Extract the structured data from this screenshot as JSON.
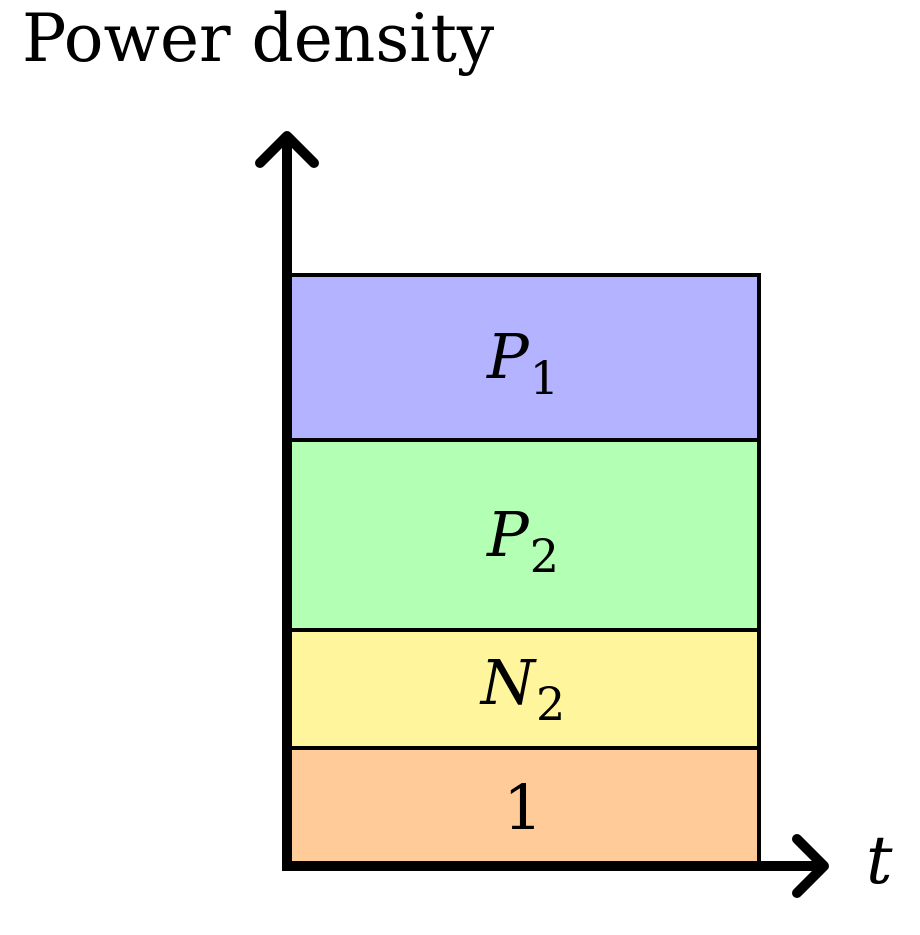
{
  "diagram": {
    "y_axis_label": "Power density",
    "x_axis_label": "t",
    "bands": [
      {
        "main": "P",
        "sub": "1",
        "color": "#b3b3ff"
      },
      {
        "main": "P",
        "sub": "2",
        "color": "#b3ffb3"
      },
      {
        "main": "N",
        "sub": "2",
        "color": "#fff59d"
      },
      {
        "main": "1",
        "sub": "",
        "color": "#ffcc99"
      }
    ]
  }
}
